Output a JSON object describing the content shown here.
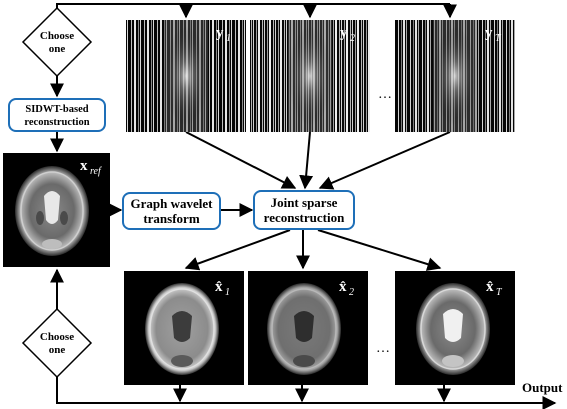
{
  "decisions": {
    "top": {
      "line1": "Choose",
      "line2": "one"
    },
    "bottom": {
      "line1": "Choose",
      "line2": "one"
    }
  },
  "boxes": {
    "sidwt": {
      "line1": "SIDWT-based",
      "line2": "reconstruction"
    },
    "graph_wavelet": {
      "line1": "Graph wavelet",
      "line2": "transform"
    },
    "joint_sparse": {
      "line1": "Joint sparse",
      "line2": "reconstruction"
    }
  },
  "kspace_images": [
    {
      "label": "y",
      "sub": "1"
    },
    {
      "label": "y",
      "sub": "2"
    },
    {
      "label": "y",
      "sub": "T"
    }
  ],
  "reference_image": {
    "label": "x",
    "sub": "ref"
  },
  "recon_images": [
    {
      "label": "x̂",
      "sub": "1"
    },
    {
      "label": "x̂",
      "sub": "2"
    },
    {
      "label": "x̂",
      "sub": "T"
    }
  ],
  "ellipsis": "…",
  "output_label": "Output",
  "colors": {
    "box_border": "#1e6fb8",
    "line": "#000000",
    "image_bg": "#000000"
  }
}
